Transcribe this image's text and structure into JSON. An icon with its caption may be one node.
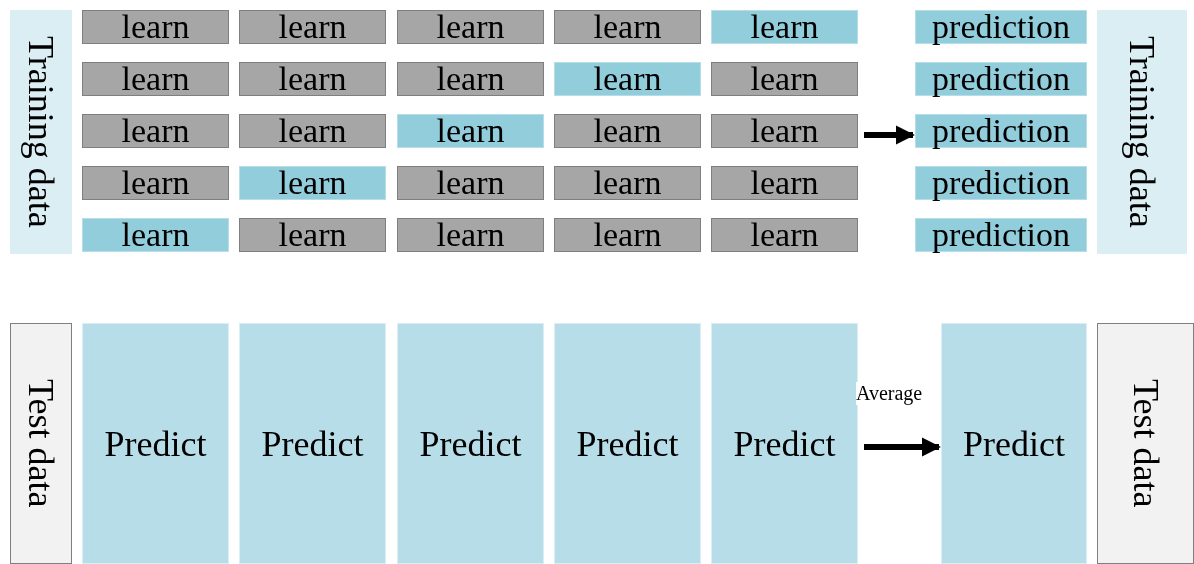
{
  "diagram": {
    "nodes": [
      {
        "text": [
          "Training data"
        ]
      },
      {
        "text": [
          "learn"
        ]
      },
      {
        "text": [
          "learn"
        ]
      },
      {
        "text": [
          "learn"
        ]
      },
      {
        "text": [
          "learn"
        ]
      },
      {
        "text": [
          "learn"
        ]
      },
      {
        "text": [
          "learn"
        ]
      },
      {
        "text": [
          "learn"
        ]
      },
      {
        "text": [
          "learn"
        ]
      },
      {
        "text": [
          "learn"
        ]
      },
      {
        "text": [
          "learn"
        ]
      },
      {
        "text": [
          "learn"
        ]
      },
      {
        "text": [
          "learn"
        ]
      },
      {
        "text": [
          "learn"
        ]
      },
      {
        "text": [
          "learn"
        ]
      },
      {
        "text": [
          "learn"
        ]
      },
      {
        "text": [
          "learn"
        ]
      },
      {
        "text": [
          "learn"
        ]
      },
      {
        "text": [
          "learn"
        ]
      },
      {
        "text": [
          "learn"
        ]
      },
      {
        "text": [
          "learn"
        ]
      },
      {
        "text": [
          "learn"
        ]
      },
      {
        "text": [
          "learn"
        ]
      },
      {
        "text": [
          "learn"
        ]
      },
      {
        "text": [
          "learn"
        ]
      },
      {
        "text": [
          "learn"
        ]
      },
      {
        "text": [
          "prediction"
        ]
      },
      {
        "text": [
          "prediction"
        ]
      },
      {
        "text": [
          "prediction"
        ]
      },
      {
        "text": [
          "prediction"
        ]
      },
      {
        "text": [
          "prediction"
        ]
      },
      {
        "text": [
          "Training data"
        ]
      },
      {
        "text": [
          "Test data"
        ]
      },
      {
        "text": [
          "Predict"
        ]
      },
      {
        "text": [
          "Predict"
        ]
      },
      {
        "text": [
          "Predict"
        ]
      },
      {
        "text": [
          "Predict"
        ]
      },
      {
        "text": [
          "Predict"
        ]
      },
      {
        "text": [
          "Predict"
        ]
      },
      {
        "text": [
          "Test data"
        ]
      }
    ],
    "edges": [
      {
        "from": 15,
        "to": 28,
        "arrow": "to"
      },
      {
        "from": 37,
        "to": 38,
        "arrow": "to",
        "label": "Average"
      }
    ]
  }
}
